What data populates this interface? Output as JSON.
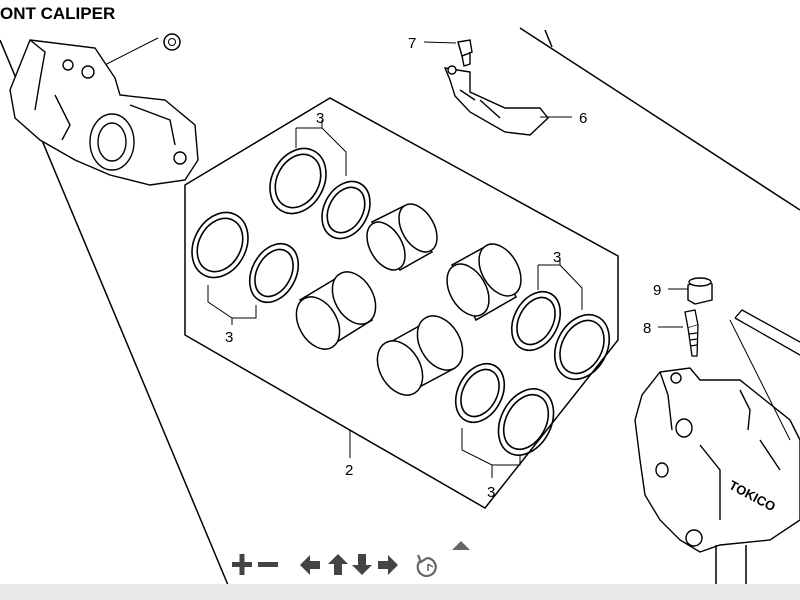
{
  "title": "ONT CALIPER",
  "callouts": {
    "c2": "2",
    "c3a": "3",
    "c3b": "3",
    "c3c": "3",
    "c3d": "3",
    "c6": "6",
    "c7": "7",
    "c8": "8",
    "c9": "9"
  },
  "caliper_brand": "TOKICO",
  "toolbar": {
    "zoom_in": "zoom-in",
    "zoom_out": "zoom-out",
    "pan_left": "pan-left",
    "pan_up": "pan-up",
    "pan_down": "pan-down",
    "pan_right": "pan-right",
    "reset": "reset-view",
    "collapse": "collapse"
  }
}
